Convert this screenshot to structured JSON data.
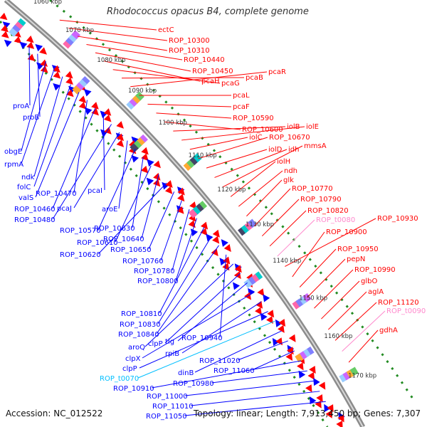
{
  "title": "Rhodococcus opacus B4, complete genome",
  "footer": {
    "accession": "Accession: NC_012522",
    "summary": "Topology: linear; Length: 7,913,450 bp; Genes: 7,307"
  },
  "colors": {
    "forward_gene": "#ff0000",
    "reverse_gene": "#0000ff",
    "trna": "#ff88cc",
    "rrna_like": "#00bfff",
    "backbone": "#888888",
    "dotted_track": "#228b22",
    "scale_text": "#333333"
  },
  "scale_labels": [
    "1060 kbp",
    "1070 kbp",
    "1080 kbp",
    "1090 kbp",
    "1100 kbp",
    "1110 kbp",
    "1120 kbp",
    "1130 kbp",
    "1140 kbp",
    "1150 kbp",
    "1160 kbp",
    "1170 kbp"
  ],
  "forward_labels": [
    {
      "text": "ectC",
      "type": "gene"
    },
    {
      "text": "ROP_10300",
      "type": "gene"
    },
    {
      "text": "ROP_10310",
      "type": "gene"
    },
    {
      "text": "ROP_10440",
      "type": "gene"
    },
    {
      "text": "ROP_10450",
      "type": "gene"
    },
    {
      "text": "pcaH",
      "type": "gene"
    },
    {
      "text": "pcaG",
      "type": "gene"
    },
    {
      "text": "pcaB",
      "type": "gene"
    },
    {
      "text": "pcaR",
      "type": "gene"
    },
    {
      "text": "pcaL",
      "type": "gene"
    },
    {
      "text": "pcaF",
      "type": "gene"
    },
    {
      "text": "ROP_10590",
      "type": "gene"
    },
    {
      "text": "ROP_10600",
      "type": "gene"
    },
    {
      "text": "iolB",
      "type": "gene"
    },
    {
      "text": "iolE",
      "type": "gene"
    },
    {
      "text": "iolC",
      "type": "gene"
    },
    {
      "text": "ROP_10670",
      "type": "gene"
    },
    {
      "text": "iolD",
      "type": "gene"
    },
    {
      "text": "idh",
      "type": "gene"
    },
    {
      "text": "mmsA",
      "type": "gene"
    },
    {
      "text": "iolH",
      "type": "gene"
    },
    {
      "text": "ndh",
      "type": "gene"
    },
    {
      "text": "glk",
      "type": "gene"
    },
    {
      "text": "ROP_10770",
      "type": "gene"
    },
    {
      "text": "ROP_10790",
      "type": "gene"
    },
    {
      "text": "ROP_10820",
      "type": "gene"
    },
    {
      "text": "ROP_t0080",
      "type": "trna"
    },
    {
      "text": "ROP_10930",
      "type": "gene"
    },
    {
      "text": "ROP_10900",
      "type": "gene"
    },
    {
      "text": "ROP_10950",
      "type": "gene"
    },
    {
      "text": "pepN",
      "type": "gene"
    },
    {
      "text": "ROP_10990",
      "type": "gene"
    },
    {
      "text": "glbO",
      "type": "gene"
    },
    {
      "text": "aglA",
      "type": "gene"
    },
    {
      "text": "ROP_11120",
      "type": "gene"
    },
    {
      "text": "ROP_t0090",
      "type": "trna"
    },
    {
      "text": "gdhA",
      "type": "gene"
    }
  ],
  "reverse_labels": [
    {
      "text": "proA",
      "type": "gene"
    },
    {
      "text": "proB",
      "type": "gene"
    },
    {
      "text": "obgE",
      "type": "gene"
    },
    {
      "text": "rpmA",
      "type": "gene"
    },
    {
      "text": "ndk",
      "type": "gene"
    },
    {
      "text": "folC",
      "type": "gene"
    },
    {
      "text": "valS",
      "type": "gene"
    },
    {
      "text": "ROP_10470",
      "type": "gene"
    },
    {
      "text": "ROP_10460",
      "type": "gene"
    },
    {
      "text": "pcaI",
      "type": "gene"
    },
    {
      "text": "ROP_10480",
      "type": "gene"
    },
    {
      "text": "pcaJ",
      "type": "gene"
    },
    {
      "text": "aroE",
      "type": "gene"
    },
    {
      "text": "ROP_10570",
      "type": "gene"
    },
    {
      "text": "ROP_10630",
      "type": "gene"
    },
    {
      "text": "ROP_10610",
      "type": "gene"
    },
    {
      "text": "ROP_10640",
      "type": "gene"
    },
    {
      "text": "ROP_10620",
      "type": "gene"
    },
    {
      "text": "ROP_10650",
      "type": "gene"
    },
    {
      "text": "ROP_10760",
      "type": "gene"
    },
    {
      "text": "ROP_10780",
      "type": "gene"
    },
    {
      "text": "ROP_10800",
      "type": "gene"
    },
    {
      "text": "ROP_10810",
      "type": "gene"
    },
    {
      "text": "ROP_10830",
      "type": "gene"
    },
    {
      "text": "ROP_10840",
      "type": "gene"
    },
    {
      "text": "ROP_10940",
      "type": "gene"
    },
    {
      "text": "aroQ",
      "type": "gene"
    },
    {
      "text": "clpP",
      "type": "gene"
    },
    {
      "text": "tig",
      "type": "gene"
    },
    {
      "text": "clpX",
      "type": "gene"
    },
    {
      "text": "rpiB",
      "type": "gene"
    },
    {
      "text": "clpP",
      "type": "gene"
    },
    {
      "text": "ROP_t0070",
      "type": "rrna"
    },
    {
      "text": "dinB",
      "type": "gene"
    },
    {
      "text": "ROP_11020",
      "type": "gene"
    },
    {
      "text": "ROP_11060",
      "type": "gene"
    },
    {
      "text": "ROP_10910",
      "type": "gene"
    },
    {
      "text": "ROP_10980",
      "type": "gene"
    },
    {
      "text": "ROP_11000",
      "type": "gene"
    },
    {
      "text": "ROP_11010",
      "type": "gene"
    },
    {
      "text": "ROP_11050",
      "type": "gene"
    }
  ]
}
